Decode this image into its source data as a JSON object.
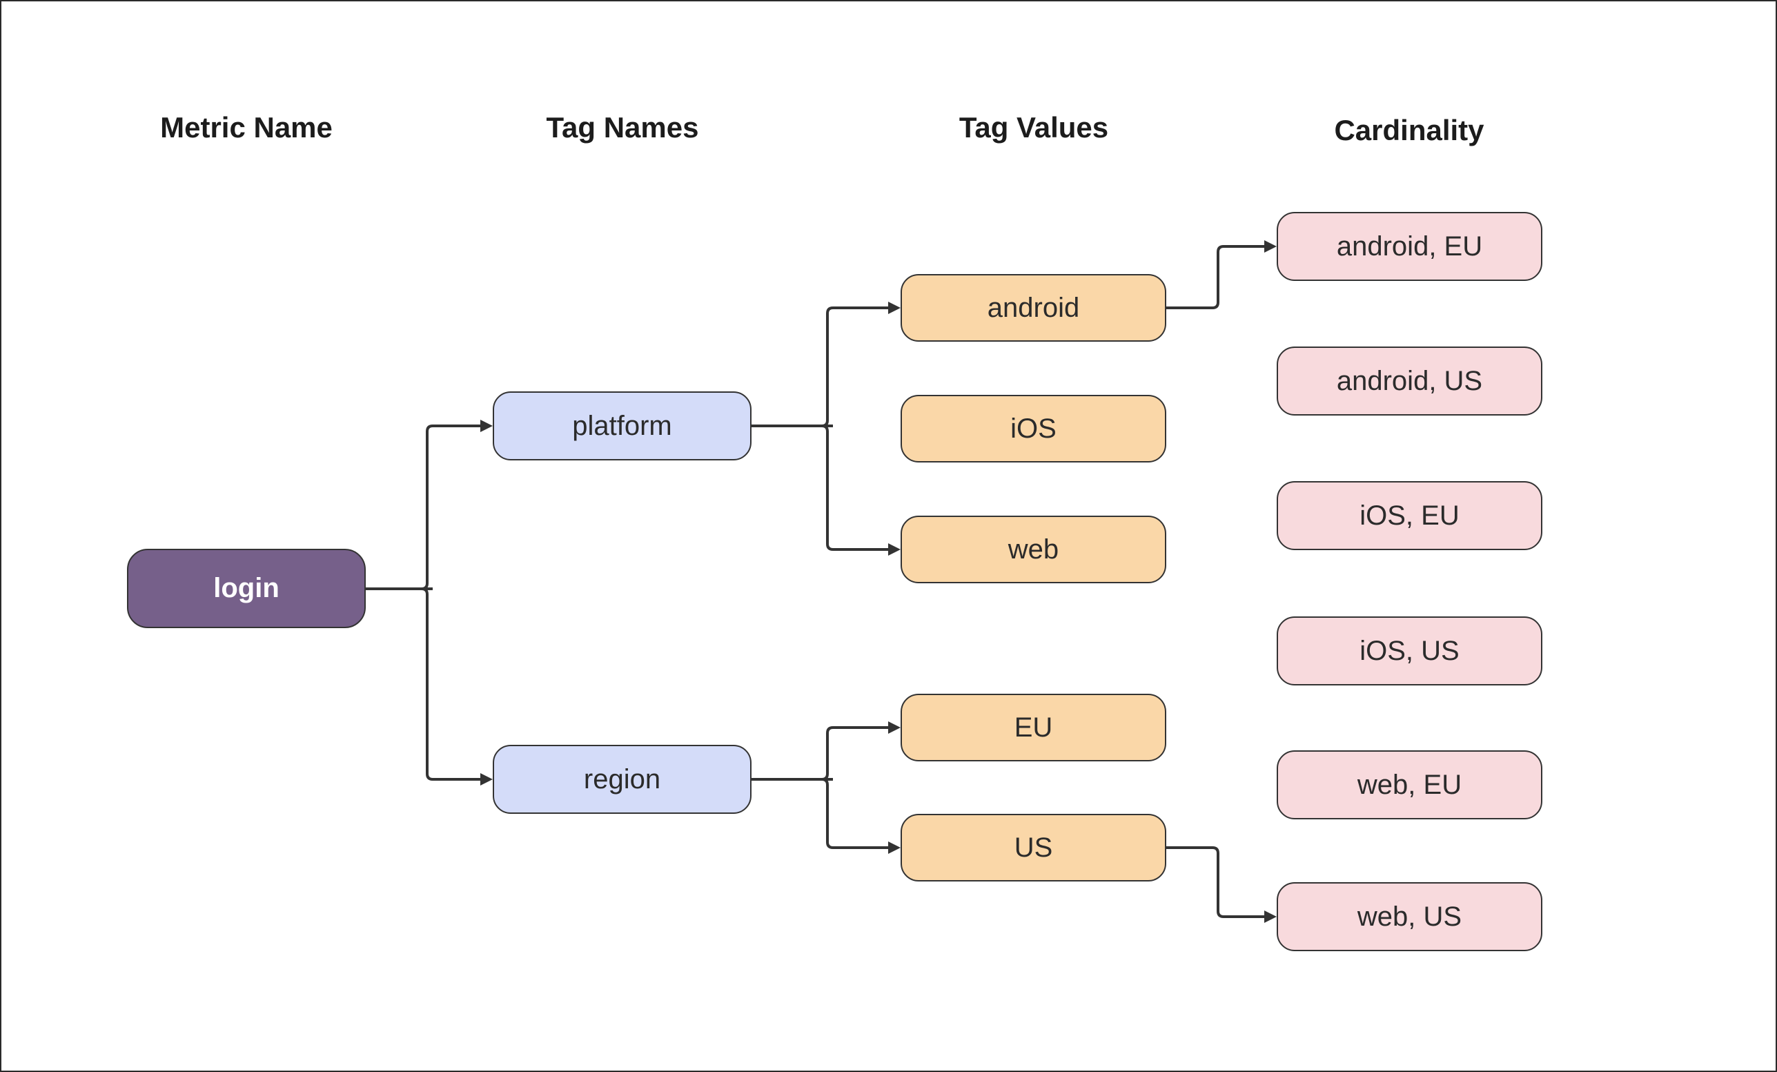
{
  "diagram": {
    "column_headers": [
      {
        "id": "metric-name",
        "label": "Metric Name"
      },
      {
        "id": "tag-names",
        "label": "Tag Names"
      },
      {
        "id": "tag-values",
        "label": "Tag Values"
      },
      {
        "id": "cardinality",
        "label": "Cardinality"
      }
    ],
    "nodes": {
      "login": {
        "label": "login",
        "type": "metric"
      },
      "platform": {
        "label": "platform",
        "type": "tag-name"
      },
      "region": {
        "label": "region",
        "type": "tag-name"
      },
      "android": {
        "label": "android",
        "type": "tag-value"
      },
      "ios": {
        "label": "iOS",
        "type": "tag-value"
      },
      "web": {
        "label": "web",
        "type": "tag-value"
      },
      "eu": {
        "label": "EU",
        "type": "tag-value"
      },
      "us": {
        "label": "US",
        "type": "tag-value"
      },
      "android_eu": {
        "label": "android, EU",
        "type": "cardinality"
      },
      "android_us": {
        "label": "android, US",
        "type": "cardinality"
      },
      "ios_eu": {
        "label": "iOS, EU",
        "type": "cardinality"
      },
      "ios_us": {
        "label": "iOS, US",
        "type": "cardinality"
      },
      "web_eu": {
        "label": "web, EU",
        "type": "cardinality"
      },
      "web_us": {
        "label": "web, US",
        "type": "cardinality"
      }
    },
    "edges": [
      {
        "from": "login",
        "to": "platform"
      },
      {
        "from": "login",
        "to": "region"
      },
      {
        "from": "platform",
        "to": "android"
      },
      {
        "from": "platform",
        "to": "web"
      },
      {
        "from": "region",
        "to": "eu"
      },
      {
        "from": "region",
        "to": "us"
      },
      {
        "from": "android",
        "to": "android_eu"
      },
      {
        "from": "us",
        "to": "web_us"
      }
    ],
    "colors": {
      "metric_fill": "#76608A",
      "metric_text": "#FFFFFF",
      "tag_name_fill": "#D4DCF9",
      "tag_value_fill": "#FAD7A8",
      "cardinality_fill": "#F8DADD",
      "node_border": "#333333",
      "edge_line": "#333333",
      "text": "#2B2B2B",
      "background": "#FFFFFF"
    }
  }
}
